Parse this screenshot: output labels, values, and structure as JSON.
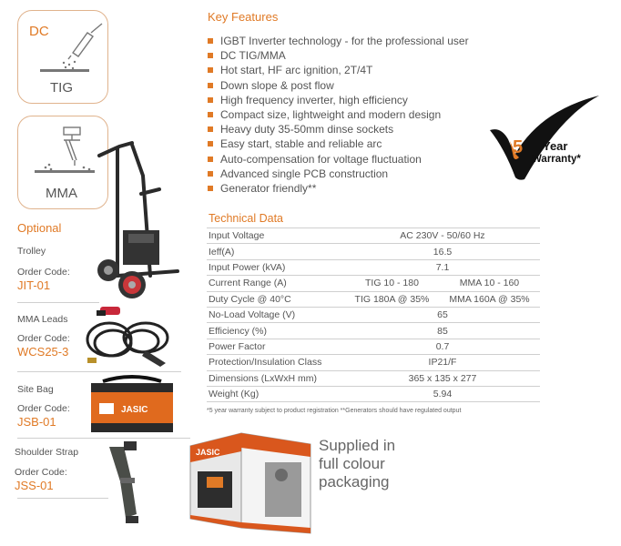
{
  "processes": {
    "tig": {
      "tag": "DC",
      "label": "TIG"
    },
    "mma": {
      "label": "MMA"
    }
  },
  "optional": {
    "heading": "Optional",
    "items": [
      {
        "title": "Trolley",
        "code_label": "Order Code:",
        "code": "JIT-01"
      },
      {
        "title": "MMA Leads",
        "code_label": "Order Code:",
        "code": "WCS25-3"
      },
      {
        "title": "Site Bag",
        "code_label": "Order Code:",
        "code": "JSB-01"
      },
      {
        "title": "Shoulder Strap",
        "code_label": "Order Code:",
        "code": "JSS-01"
      }
    ]
  },
  "key_features": {
    "heading": "Key Features",
    "items": [
      "IGBT Inverter technology - for the professional user",
      "DC TIG/MMA",
      "Hot start, HF arc ignition, 2T/4T",
      "Down slope & post flow",
      "High frequency inverter, high efficiency",
      "Compact size, lightweight and modern design",
      "Heavy duty 35-50mm dinse sockets",
      "Easy start, stable and reliable arc",
      "Auto-compensation for voltage fluctuation",
      "Advanced single PCB construction",
      "Generator friendly**"
    ]
  },
  "warranty": {
    "number": "5",
    "line1": "Year",
    "line2": "Warranty*"
  },
  "technical_data": {
    "heading": "Technical Data",
    "rows": [
      {
        "label": "Input Voltage",
        "value": "AC 230V - 50/60 Hz"
      },
      {
        "label": "Ieff(A)",
        "value": "16.5"
      },
      {
        "label": "Input Power (kVA)",
        "value": "7.1"
      },
      {
        "label": "Current Range (A)",
        "tig": "TIG 10 - 180",
        "mma": "MMA  10 - 160"
      },
      {
        "label": "Duty Cycle @ 40°C",
        "tig": "TIG 180A @ 35%",
        "mma": "MMA 160A @ 35%"
      },
      {
        "label": "No-Load Voltage (V)",
        "value": "65"
      },
      {
        "label": "Efficiency (%)",
        "value": "85"
      },
      {
        "label": "Power Factor",
        "value": "0.7"
      },
      {
        "label": "Protection/Insulation Class",
        "value": "IP21/F"
      },
      {
        "label": "Dimensions (LxWxH mm)",
        "value": "365 x 135 x 277"
      },
      {
        "label": "Weight (Kg)",
        "value": "5.94"
      }
    ],
    "footnote": "*5 year warranty subject to product registration  **Generators should have regulated output"
  },
  "packaging": {
    "brand": "JASIC",
    "line1": "Supplied in",
    "line2": "full colour",
    "line3": "packaging"
  },
  "colors": {
    "accent": "#e07a26",
    "text": "#555555",
    "rule": "#cfcfcf",
    "box_border": "#e0b38d"
  }
}
